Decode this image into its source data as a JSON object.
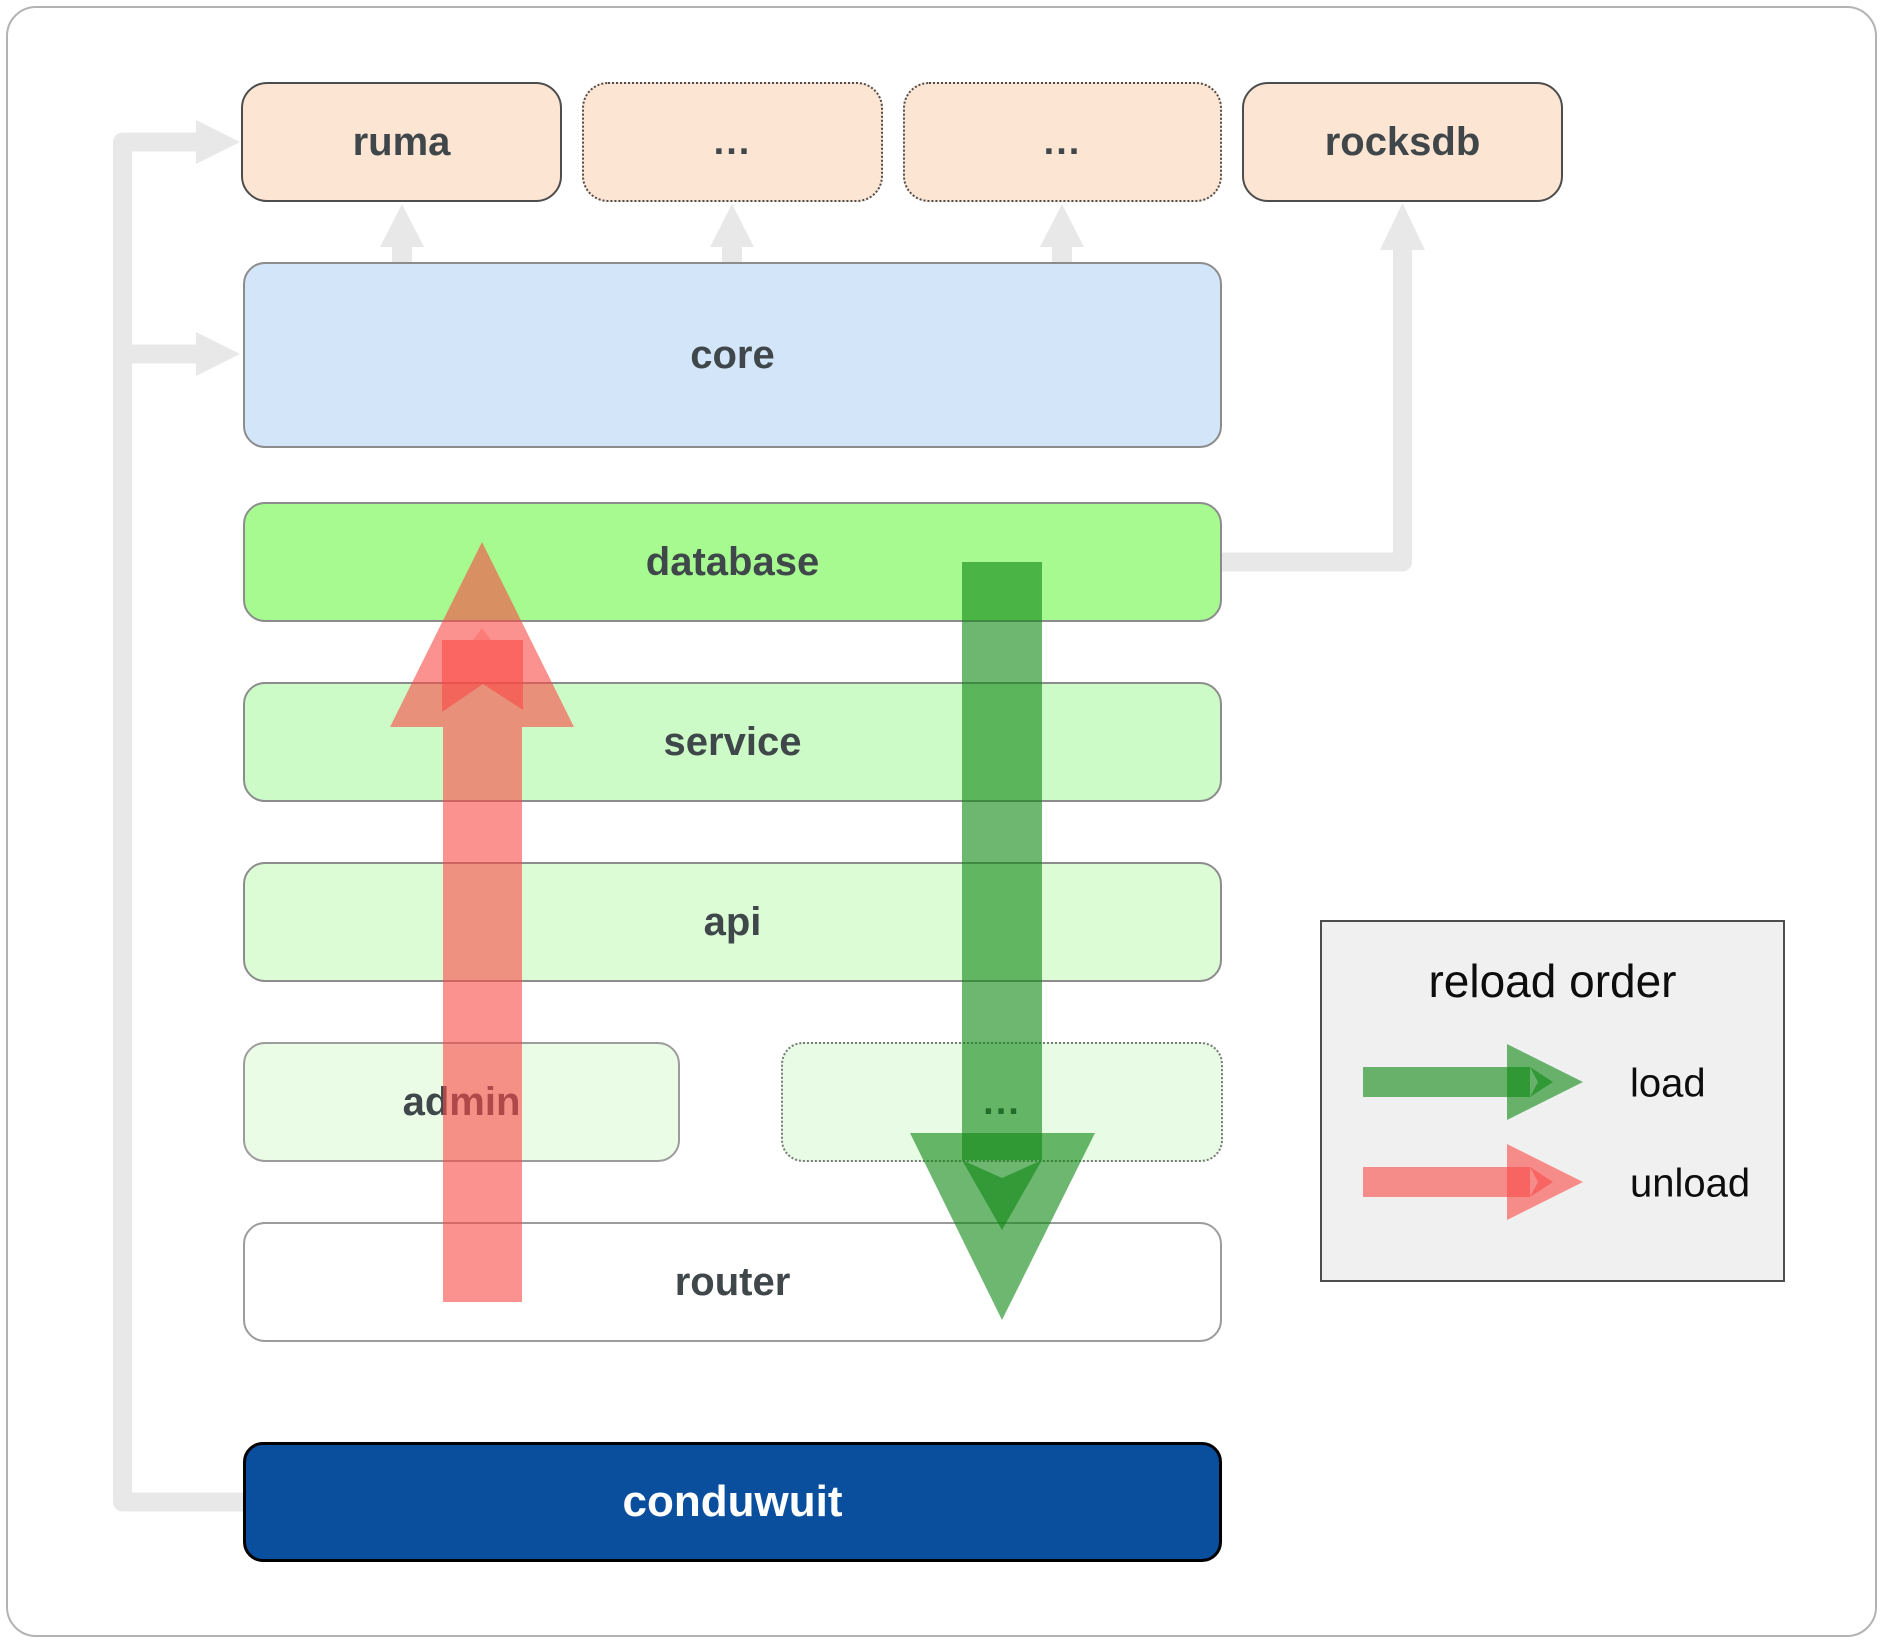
{
  "diagram": {
    "top_row": [
      {
        "label": "ruma"
      },
      {
        "label": "..."
      },
      {
        "label": "..."
      },
      {
        "label": "rocksdb"
      }
    ],
    "layers": {
      "core": "core",
      "database": "database",
      "service": "service",
      "api": "api",
      "admin": "admin",
      "admin_dots": "...",
      "router": "router",
      "conduwuit": "conduwuit"
    }
  },
  "legend": {
    "title": "reload order",
    "items": [
      {
        "label": "load"
      },
      {
        "label": "unload"
      }
    ]
  },
  "colors": {
    "box_peach": "#fde5d3",
    "box_core": "#d3e5f9",
    "box_database": "#a6fa90",
    "box_service": "#cdfbc7",
    "box_api": "#dcfcd6",
    "box_admin": "#eafbe6",
    "box_admin_dots": "#e8fbe5",
    "box_router": "#ffffff",
    "box_conduwuit": "#0a4f9e",
    "legend_bg": "#f0f0f0",
    "connector_gray": "#e8e8e8",
    "load_green": "#0d8712",
    "unload_red": "#fa4946",
    "text_dark": "#40474b",
    "text_light": "#ffffff"
  }
}
